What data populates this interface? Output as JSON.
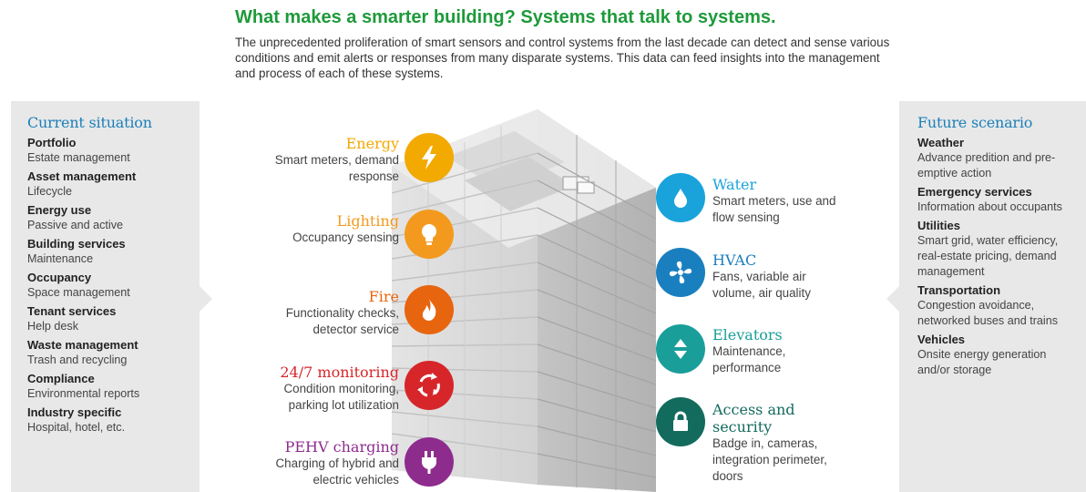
{
  "header": {
    "title": "What makes a smarter building? Systems that talk to systems.",
    "intro": "The unprecedented proliferation of smart sensors and control systems from the last decade can detect and sense various conditions and emit alerts or responses from many disparate systems. This data can feed insights into the management and process of each of these systems."
  },
  "current": {
    "title": "Current situation",
    "items": [
      {
        "head": "Portfolio",
        "sub": "Estate management"
      },
      {
        "head": "Asset management",
        "sub": "Lifecycle"
      },
      {
        "head": "Energy use",
        "sub": "Passive and active"
      },
      {
        "head": "Building services",
        "sub": "Maintenance"
      },
      {
        "head": "Occupancy",
        "sub": "Space management"
      },
      {
        "head": "Tenant services",
        "sub": "Help desk"
      },
      {
        "head": "Waste management",
        "sub": "Trash and recycling"
      },
      {
        "head": "Compliance",
        "sub": "Environmental reports"
      },
      {
        "head": "Industry specific",
        "sub": "Hospital, hotel, etc."
      }
    ]
  },
  "future": {
    "title": "Future scenario",
    "items": [
      {
        "head": "Weather",
        "sub": "Advance predition and pre-emptive action"
      },
      {
        "head": "Emergency services",
        "sub": "Information about occupants"
      },
      {
        "head": "Utilities",
        "sub": "Smart grid, water efficiency, real-estate pricing, demand management"
      },
      {
        "head": "Transportation",
        "sub": "Congestion avoidance, networked buses and trains"
      },
      {
        "head": "Vehicles",
        "sub": "Onsite energy generation and/or storage"
      }
    ]
  },
  "systems": {
    "energy": {
      "title": "Energy",
      "desc": "Smart meters, demand response",
      "color": "#f2a900",
      "icon": "lightning-bolt-icon"
    },
    "lighting": {
      "title": "Lighting",
      "desc": "Occupancy sensing",
      "color": "#f39a1e",
      "icon": "light-bulb-icon"
    },
    "fire": {
      "title": "Fire",
      "desc": "Functionality checks, detector service",
      "color": "#e8650f",
      "icon": "flame-icon"
    },
    "monitoring": {
      "title": "24/7 monitoring",
      "desc": "Condition monitoring, parking lot utilization",
      "color": "#d7262a",
      "icon": "cycle-arrows-icon"
    },
    "pehv": {
      "title": "PEHV charging",
      "desc": "Charging of hybrid and electric vehicles",
      "color": "#8e2c8e",
      "icon": "plug-icon"
    },
    "water": {
      "title": "Water",
      "desc": "Smart meters, use and flow sensing",
      "color": "#1aa3db",
      "icon": "water-drop-icon"
    },
    "hvac": {
      "title": "HVAC",
      "desc": "Fans, variable air volume, air quality",
      "color": "#1a7fbf",
      "icon": "fan-icon"
    },
    "elevators": {
      "title": "Elevators",
      "desc": "Maintenance, performance",
      "color": "#1a9e9a",
      "icon": "up-down-arrows-icon"
    },
    "access": {
      "title": "Access and security",
      "desc": "Badge in, cameras, integration perimeter, doors",
      "color": "#136b5e",
      "icon": "padlock-icon"
    }
  }
}
